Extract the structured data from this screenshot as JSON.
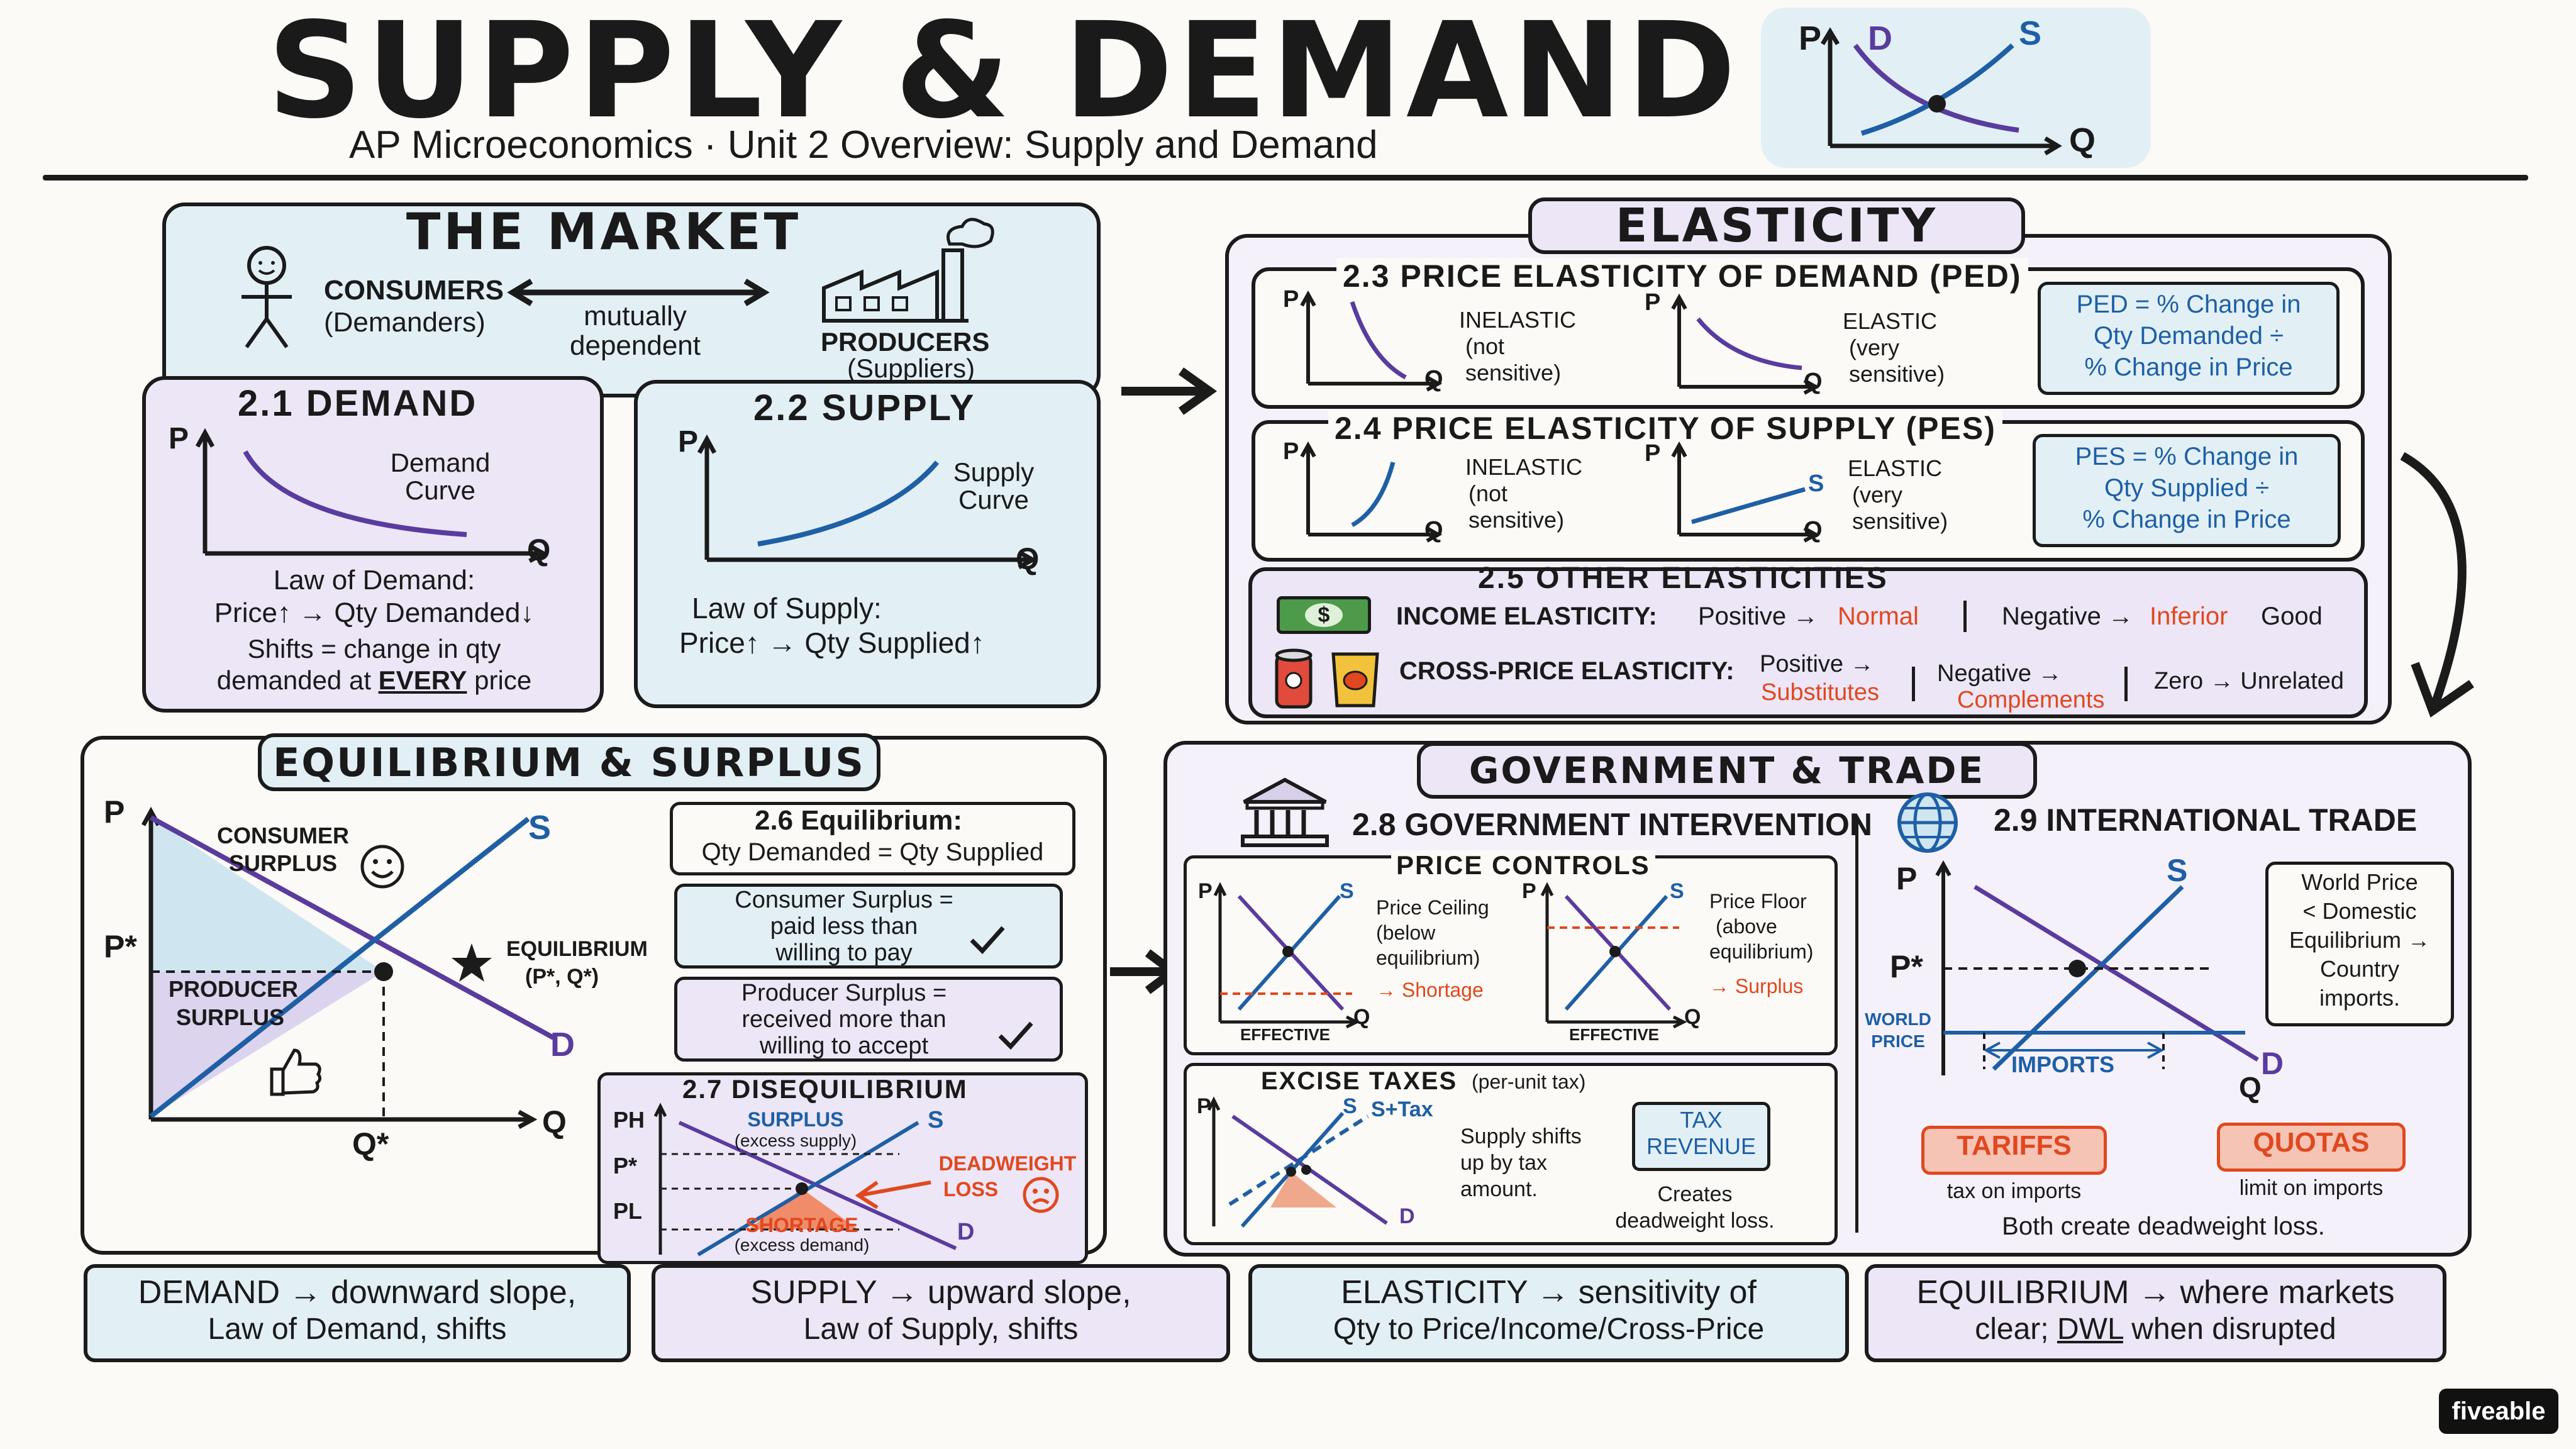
{
  "header": {
    "title": "SUPPLY & DEMAND",
    "subtitle": "AP Microeconomics · Unit 2 Overview: Supply and Demand",
    "mini_graph": {
      "p": "P",
      "q": "Q",
      "d": "D",
      "s": "S"
    }
  },
  "market": {
    "title": "THE MARKET",
    "consumers": "CONSUMERS",
    "consumers_sub": "(Demanders)",
    "link_1": "mutually",
    "link_2": "dependent",
    "producers": "PRODUCERS",
    "producers_sub": "(Suppliers)"
  },
  "demand": {
    "title": "2.1 DEMAND",
    "p": "P",
    "q": "Q",
    "curve_1": "Demand",
    "curve_2": "Curve",
    "law_1": "Law of Demand:",
    "law_2": "Price↑ → Qty Demanded↓",
    "shift_1": "Shifts = change in qty",
    "shift_2a": "demanded at ",
    "shift_2b": "EVERY",
    "shift_2c": " price"
  },
  "supply": {
    "title": "2.2 SUPPLY",
    "p": "P",
    "q": "Q",
    "curve_1": "Supply",
    "curve_2": "Curve",
    "law_1": "Law of Supply:",
    "law_2": "Price↑ → Qty Supplied↑"
  },
  "elasticity": {
    "title": "ELASTICITY",
    "ped": {
      "title": "2.3 PRICE ELASTICITY OF DEMAND (PED)",
      "p": "P",
      "q": "Q",
      "inelastic_1": "INELASTIC",
      "inelastic_2": "(not",
      "inelastic_3": "sensitive)",
      "elastic_1": "ELASTIC",
      "elastic_2": "(very",
      "elastic_3": "sensitive)",
      "formula_1": "PED = % Change in",
      "formula_2": "Qty Demanded ÷",
      "formula_3": "% Change in Price"
    },
    "pes": {
      "title": "2.4 PRICE ELASTICITY OF SUPPLY (PES)",
      "p": "P",
      "q": "Q",
      "s": "S",
      "inelastic_1": "INELASTIC",
      "inelastic_2": "(not",
      "inelastic_3": "sensitive)",
      "elastic_1": "ELASTIC",
      "elastic_2": "(very",
      "elastic_3": "sensitive)",
      "formula_1": "PES = % Change in",
      "formula_2": "Qty Supplied ÷",
      "formula_3": "% Change in Price"
    },
    "other": {
      "title": "2.5 OTHER ELASTICITIES",
      "income_label": "INCOME ELASTICITY:",
      "income_pos": "Positive →",
      "income_normal": "Normal",
      "income_neg": "Negative →",
      "income_inferior": "Inferior",
      "income_good": "Good",
      "cross_label": "CROSS-PRICE ELASTICITY:",
      "cross_pos": "Positive →",
      "cross_subs": "Substitutes",
      "cross_neg": "Negative →",
      "cross_comp": "Complements",
      "cross_zero": "Zero → Unrelated",
      "dollar": "$"
    }
  },
  "equilibrium": {
    "title": "EQUILIBRIUM & SURPLUS",
    "graph": {
      "p": "P",
      "q": "Q",
      "pstar": "P*",
      "qstar": "Q*",
      "s": "S",
      "d": "D",
      "cs_1": "CONSUMER",
      "cs_2": "SURPLUS",
      "ps_1": "PRODUCER",
      "ps_2": "SURPLUS",
      "eq_1": "EQUILIBRIUM",
      "eq_2": "(P*, Q*)"
    },
    "box_26_1": "2.6 Equilibrium:",
    "box_26_2": "Qty Demanded = Qty Supplied",
    "cs_def_1": "Consumer Surplus =",
    "cs_def_2": "paid less than",
    "cs_def_3": "willing to pay",
    "ps_def_1": "Producer Surplus =",
    "ps_def_2": "received more than",
    "ps_def_3": "willing to accept",
    "dis": {
      "title": "2.7 DISEQUILIBRIUM",
      "ph": "PH",
      "pstar": "P*",
      "pl": "PL",
      "s": "S",
      "d": "D",
      "surplus_1": "SURPLUS",
      "surplus_2": "(excess supply)",
      "shortage_1": "SHORTAGE",
      "shortage_2": "(excess demand)",
      "dwl_1": "DEADWEIGHT",
      "dwl_2": "LOSS"
    }
  },
  "government": {
    "title": "GOVERNMENT & TRADE",
    "intervention_title": "2.8 GOVERNMENT INTERVENTION",
    "price_controls": "PRICE CONTROLS",
    "p": "P",
    "q": "Q",
    "s": "S",
    "d": "D",
    "ceiling_1": "Price Ceiling",
    "ceiling_2": "(below",
    "ceiling_3": "equilibrium)",
    "ceiling_effect": "→ Shortage",
    "floor_1": "Price Floor",
    "floor_2": "(above",
    "floor_3": "equilibrium)",
    "floor_effect": "→ Surplus",
    "effective": "EFFECTIVE",
    "excise_title": "EXCISE TAXES",
    "excise_sub": "(per-unit tax)",
    "s_tax": "S+Tax",
    "shift_1": "Supply shifts",
    "shift_2": "up by tax",
    "shift_3": "amount.",
    "tax_rev_1": "TAX",
    "tax_rev_2": "REVENUE",
    "dwl_1": "Creates",
    "dwl_2": "deadweight loss."
  },
  "trade": {
    "title": "2.9 INTERNATIONAL TRADE",
    "p": "P",
    "q": "Q",
    "pstar": "P*",
    "s": "S",
    "d": "D",
    "world_1": "WORLD",
    "world_2": "PRICE",
    "imports": "IMPORTS",
    "note_1": "World Price",
    "note_2": "< Domestic",
    "note_3": "Equilibrium →",
    "note_4": "Country",
    "note_5": "imports.",
    "tariffs": "TARIFFS",
    "tariffs_sub": "tax on imports",
    "quotas": "QUOTAS",
    "quotas_sub": "limit on imports",
    "both": "Both create deadweight loss."
  },
  "summary": {
    "demand_1": "DEMAND → downward slope,",
    "demand_2": "Law of Demand, shifts",
    "supply_1": "SUPPLY → upward slope,",
    "supply_2": "Law of Supply, shifts",
    "elasticity_1": "ELASTICITY → sensitivity of",
    "elasticity_2": "Qty to Price/Income/Cross-Price",
    "equilibrium_1": "EQUILIBRIUM → where markets",
    "equilibrium_2a": "clear; ",
    "equilibrium_2b": "DWL",
    "equilibrium_2c": " when disrupted"
  },
  "brand": "fiveable",
  "colors": {
    "blue_fill": "#e2f0f6",
    "purple_fill": "#ece6f6",
    "supply_curve": "#1e5fa5",
    "demand_curve": "#5a3b9e",
    "accent_red": "#e0481f"
  }
}
